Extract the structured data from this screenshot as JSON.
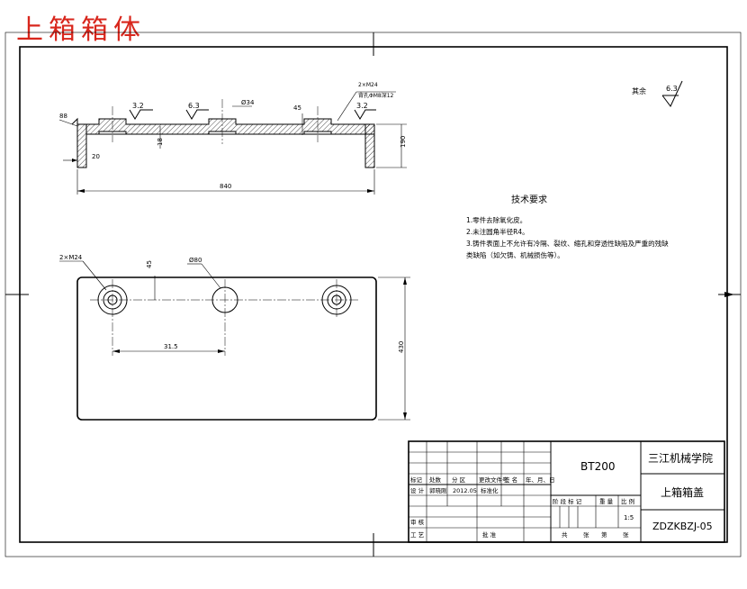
{
  "page_title": "上箱箱体",
  "section_view": {
    "roughness_marks": [
      "3.2",
      "6.3",
      "3.2"
    ],
    "labels": {
      "flange_width": "88",
      "hole_dia": "Ø34",
      "depth": "45",
      "thread": "2×M24",
      "thread_note": "背孔ΦM8深12",
      "wall": "20",
      "inner": "18",
      "height": "190",
      "length": "840"
    }
  },
  "plan_view": {
    "labels": {
      "thread": "2×M24",
      "offset": "45",
      "bore": "Ø80",
      "spacing": "31.5",
      "height": "430"
    }
  },
  "other_surfaces": {
    "label": "其余",
    "value": "6.3"
  },
  "tech_requirements": {
    "heading": "技术要求",
    "items": [
      "1.零件去除氧化皮。",
      "2.未注圆角半径R4。",
      "3.铸件表面上不允许有冷隔、裂纹、缩孔和穿透性缺陷及严重的残缺",
      "类缺陷（如欠铸、机械损伤等）。"
    ]
  },
  "title_block": {
    "material": "BT200",
    "school": "三江机械学院",
    "part_name": "上箱箱盖",
    "drawing_no": "ZDZKBZJ-05",
    "scale": "1:5",
    "row_headers": [
      "标记",
      "处数",
      "分 区",
      "更改文件号",
      "签 名",
      "年、月、日"
    ],
    "design_row": [
      "设 计",
      "郭晓刚",
      "2012.05",
      "标准化"
    ],
    "stage_headers": [
      "阶 段 标 记",
      "重 量",
      "比 例"
    ],
    "sheet_note": [
      "共",
      "张",
      "第",
      "张"
    ],
    "review": "审 核",
    "process": "工 艺",
    "approve": "批 准"
  }
}
